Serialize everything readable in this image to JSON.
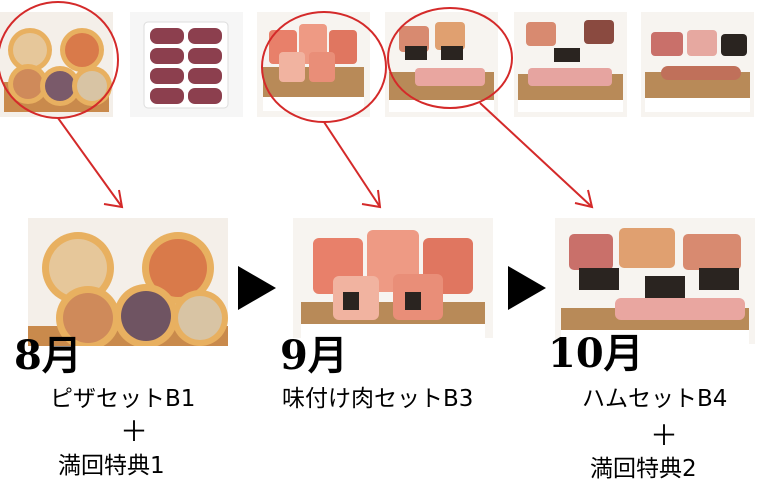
{
  "products": [
    {
      "month": "8月",
      "name": "ピザセットB1",
      "plus": "＋",
      "bonus": "満回特典1"
    },
    {
      "month": "9月",
      "name": "味付け肉セットB3"
    },
    {
      "month": "10月",
      "name": "ハムセットB4",
      "plus": "＋",
      "bonus": "満回特典2"
    }
  ],
  "thumbnails": [
    {
      "icon": "pizza-icon"
    },
    {
      "icon": "hamburg-patty-icon"
    },
    {
      "icon": "seasoned-meat-basket-icon"
    },
    {
      "icon": "ham-basket-icon"
    },
    {
      "icon": "ham-bacon-basket-icon"
    },
    {
      "icon": "ham-sausage-basket-icon"
    }
  ],
  "colors": {
    "accent": "#d42a2a",
    "triangle": "#000000"
  }
}
